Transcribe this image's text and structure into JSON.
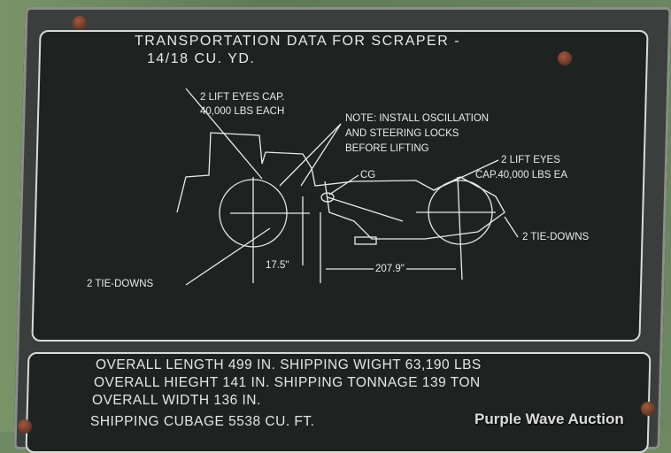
{
  "plate": {
    "title_line1": "TRANSPORTATION  DATA  FOR  SCRAPER -",
    "title_line2": "14/18  CU.  YD.",
    "diagram_labels": {
      "front_lift_eyes_1": "2 LIFT EYES CAP.",
      "front_lift_eyes_2": "40,000 LBS EACH",
      "note_1": "NOTE: INSTALL OSCILLATION",
      "note_2": "AND STEERING LOCKS",
      "note_3": "BEFORE LIFTING",
      "cg": "CG",
      "rear_lift_eyes_1": "2 LIFT EYES",
      "rear_lift_eyes_2": "CAP.40,000 LBS EA",
      "rear_tie_downs": "2 TIE-DOWNS",
      "front_tie_downs": "2 TIE-DOWNS",
      "dim_front": "17.5\"",
      "dim_rear": "207.9\""
    },
    "specs": [
      "OVERALL LENGTH  499  IN.   SHIPPING  WIGHT  63,190  LBS",
      "OVERALL  HIEGHT   141  IN.   SHIPPING  TONNAGE 139 TON",
      "OVERALL  WIDTH   136  IN.",
      "SHIPPING CUBAGE  5538  CU.  FT."
    ]
  },
  "watermark": "Purple Wave Auction",
  "colors": {
    "plate": "#1e2322",
    "engraving": "#e8ece6",
    "background": "#6f8a62"
  }
}
